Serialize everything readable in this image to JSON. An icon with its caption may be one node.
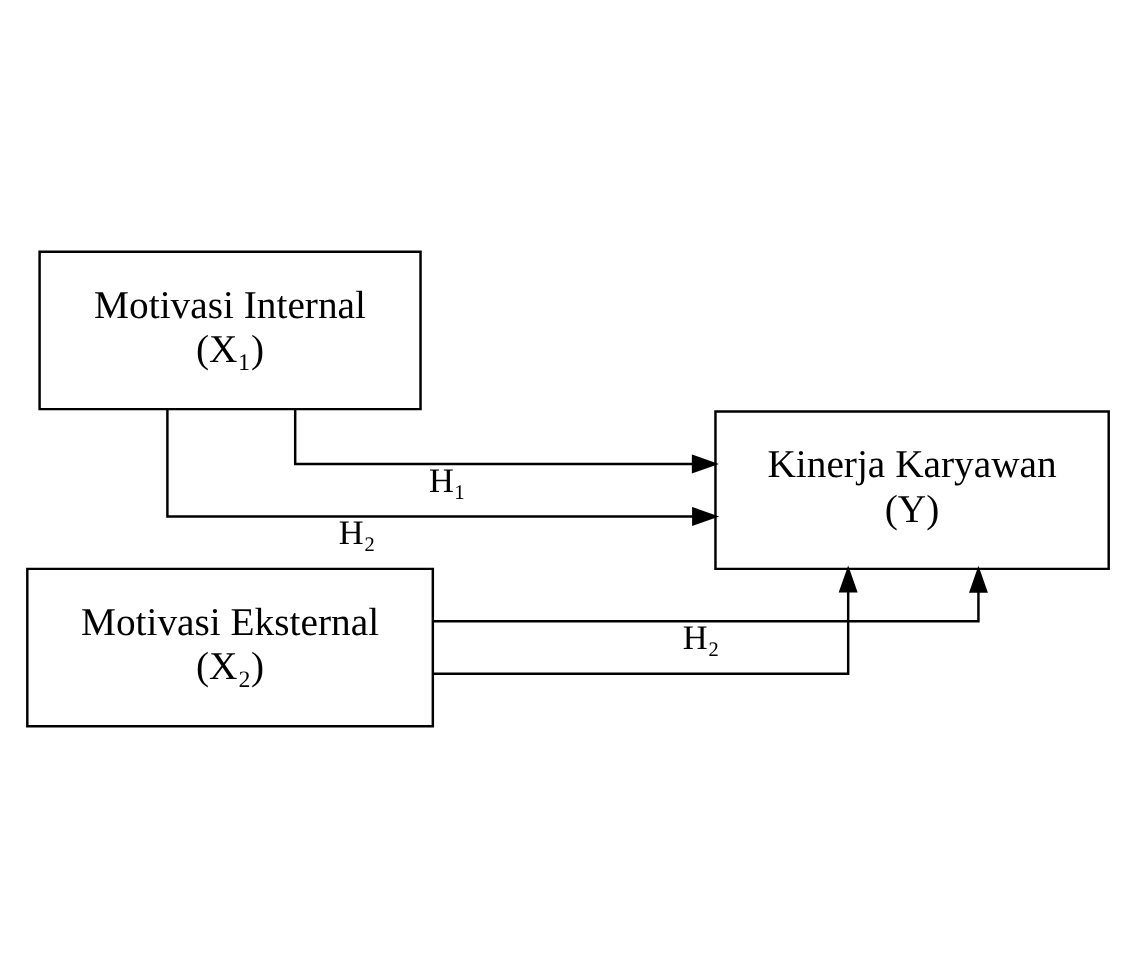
{
  "diagram": {
    "nodes": [
      {
        "text": [
          "Motivasi Internal",
          "(X₁)"
        ]
      },
      {
        "text": [
          "Kinerja Karyawan",
          "(Y)"
        ]
      },
      {
        "text": [
          "Motivasi Eksternal",
          "(X₂)"
        ]
      }
    ],
    "edges": [
      {
        "from": 0,
        "to": 1,
        "arrow": "to",
        "label": "H₂"
      },
      {
        "from": 0,
        "to": 1,
        "arrow": "to",
        "label": "H₁"
      },
      {
        "from": 2,
        "to": 1,
        "arrow": "to"
      },
      {
        "from": 2,
        "to": 1,
        "arrow": "to",
        "label": "H₂"
      }
    ]
  }
}
